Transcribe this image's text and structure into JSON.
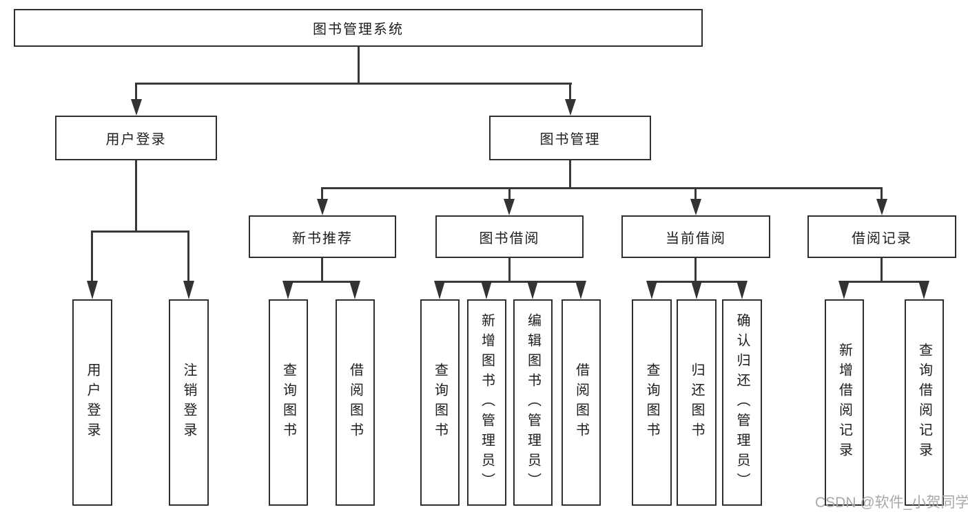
{
  "diagram": {
    "root": "图书管理系统",
    "watermark": "CSDN @软件_小贺同学",
    "branches": [
      {
        "label": "用户登录",
        "children": [
          "用户登录",
          "注销登录"
        ]
      },
      {
        "label": "图书管理",
        "sections": [
          {
            "label": "新书推荐",
            "children": [
              "查询图书",
              "借阅图书"
            ]
          },
          {
            "label": "图书借阅",
            "children": [
              "查询图书",
              "新增图书（管理员）",
              "编辑图书（管理员）",
              "借阅图书"
            ]
          },
          {
            "label": "当前借阅",
            "children": [
              "查询图书",
              "归还图书",
              "确认归还（管理员）"
            ]
          },
          {
            "label": "借阅记录",
            "children": [
              "新增借阅记录",
              "查询借阅记录"
            ]
          }
        ]
      }
    ],
    "colors": {
      "line": "#383838",
      "border": "#2f2f2f",
      "text": "#1d1d1d",
      "watermark": "#a8a8a8",
      "background": "#ffffff"
    }
  }
}
